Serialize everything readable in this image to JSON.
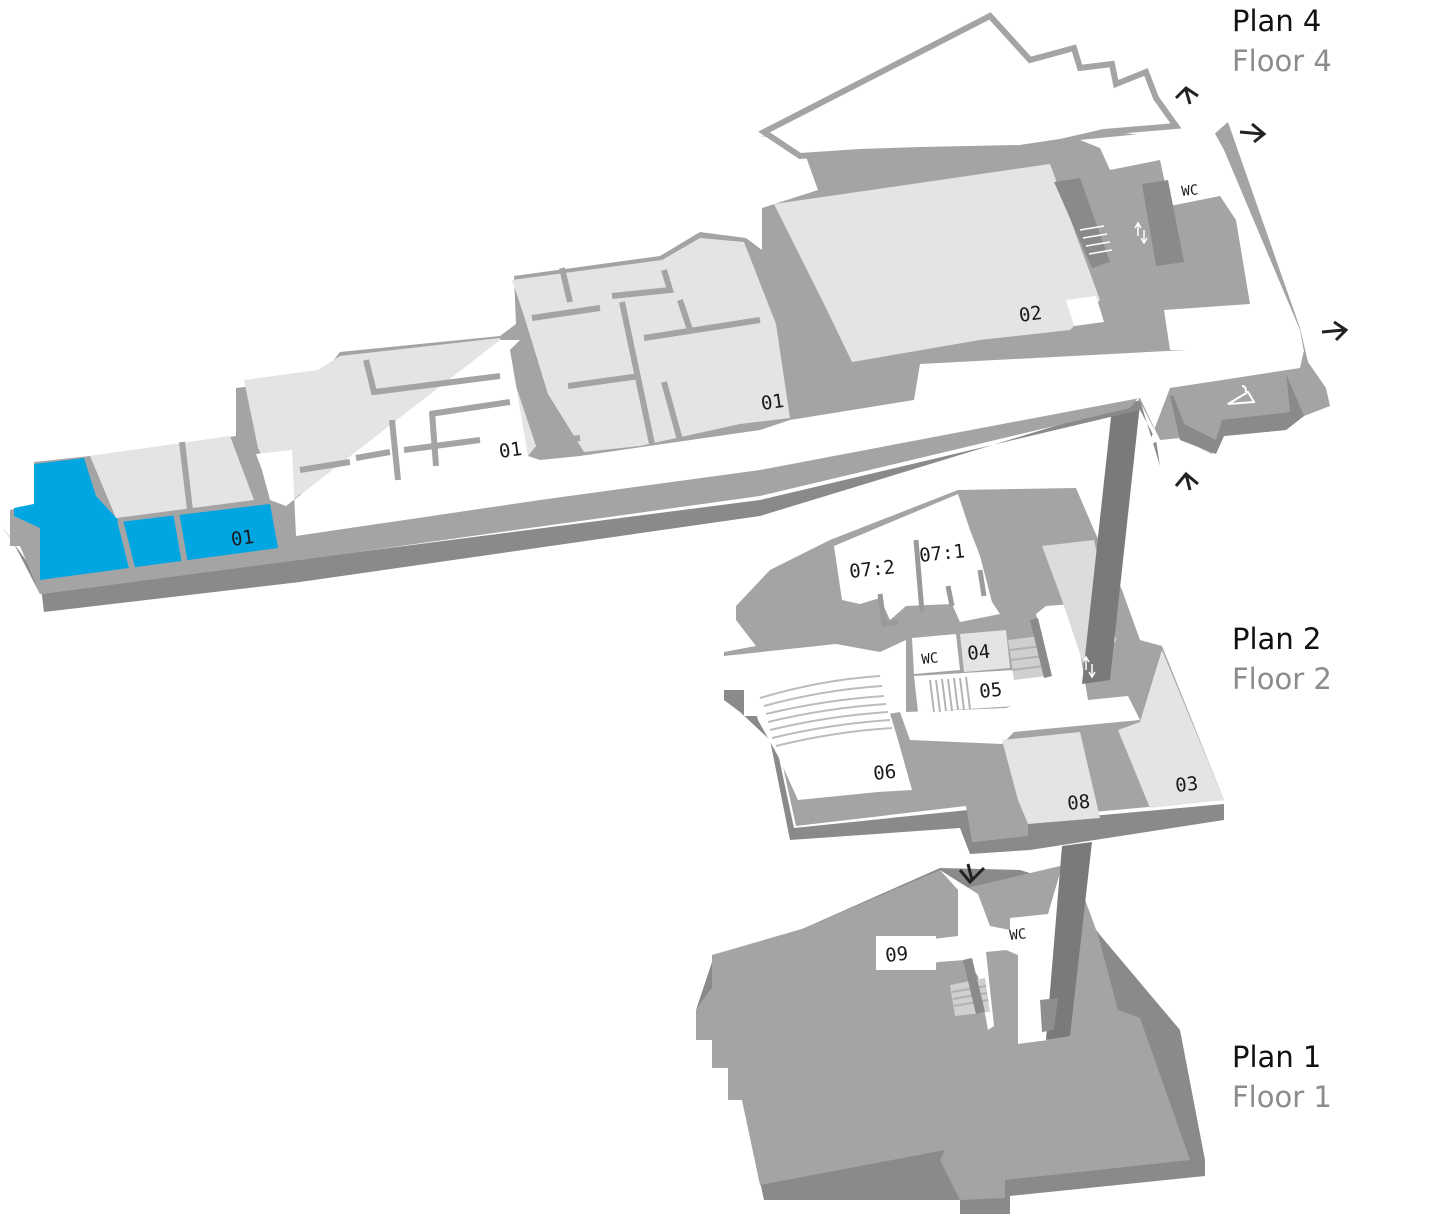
{
  "legend": {
    "plan4": "Plan 4",
    "floor4": "Floor 4",
    "plan2": "Plan 2",
    "floor2": "Floor 2",
    "plan1": "Plan 1",
    "floor1": "Floor 1"
  },
  "rooms": {
    "f4_01_highlighted": "01",
    "f4_01_middle": "01",
    "f4_01_east": "01",
    "f4_02": "02",
    "f4_wc": "WC",
    "f2_07_2": "07:2",
    "f2_07_1": "07:1",
    "f2_wc": "WC",
    "f2_04": "04",
    "f2_05": "05",
    "f2_06": "06",
    "f2_08": "08",
    "f2_03": "03",
    "f1_09": "09",
    "f1_wc": "WC"
  },
  "highlighted_room": "01",
  "colors": {
    "highlight": "#00a6e2",
    "wall_side": "#8a8a8a",
    "wall_top": "#a8a8a8",
    "room_fill": "#e4e4e4",
    "corridor": "#ffffff",
    "floor1_fill": "#a4a4a4",
    "shaft": "#7a7a7a"
  },
  "icons": [
    "arrow-icon",
    "coat-hanger-icon",
    "elevator-icon",
    "stairs-icon"
  ]
}
